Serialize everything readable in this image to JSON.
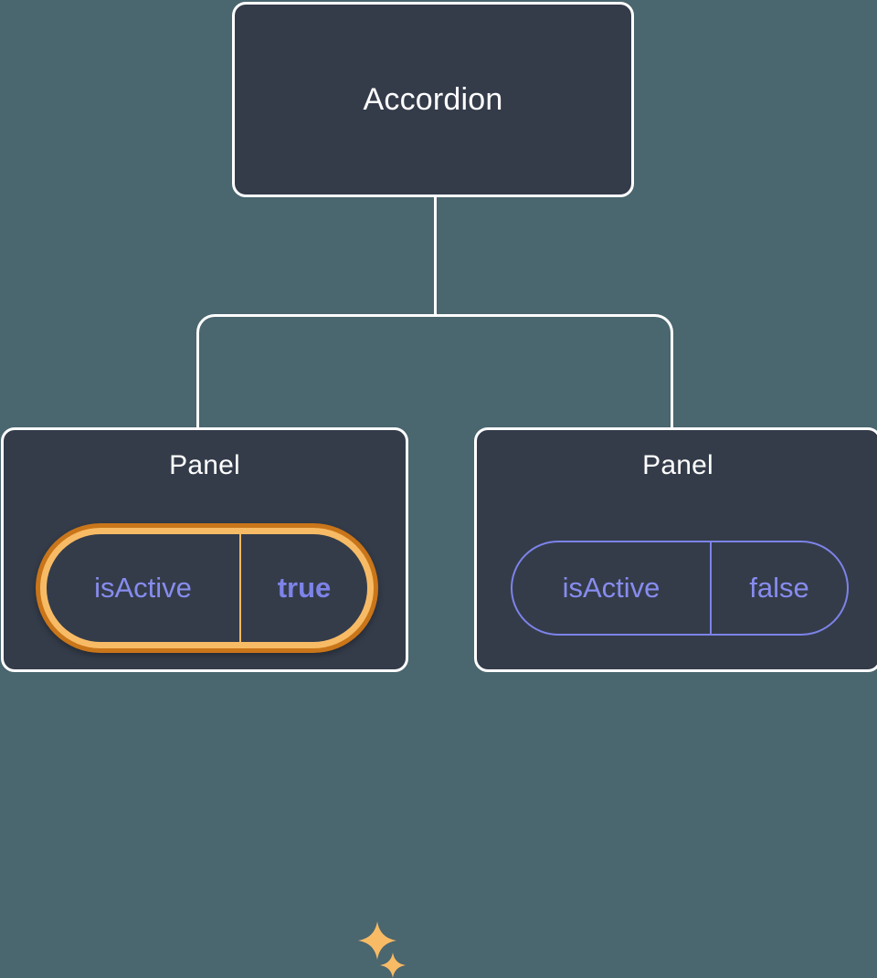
{
  "diagram": {
    "type": "component-tree",
    "background_color": "#4a666f",
    "node_fill_color": "#343c4a",
    "node_border_color": "#ffffff",
    "accent_highlight_color": "#f8bb65",
    "accent_highlight_outer_color": "#c97519",
    "prop_text_color": "#878cee",
    "prop_border_color": "#7d83e8"
  },
  "root": {
    "title": "Accordion"
  },
  "children": [
    {
      "title": "Panel",
      "prop": {
        "key": "isActive",
        "value": "true",
        "highlighted": true,
        "value_bold": true
      },
      "sparkles": [
        {
          "name": "sparkle-large-icon",
          "size": 42
        },
        {
          "name": "sparkle-small-icon",
          "size": 28
        }
      ]
    },
    {
      "title": "Panel",
      "prop": {
        "key": "isActive",
        "value": "false",
        "highlighted": false,
        "value_bold": false
      },
      "sparkles": []
    }
  ]
}
